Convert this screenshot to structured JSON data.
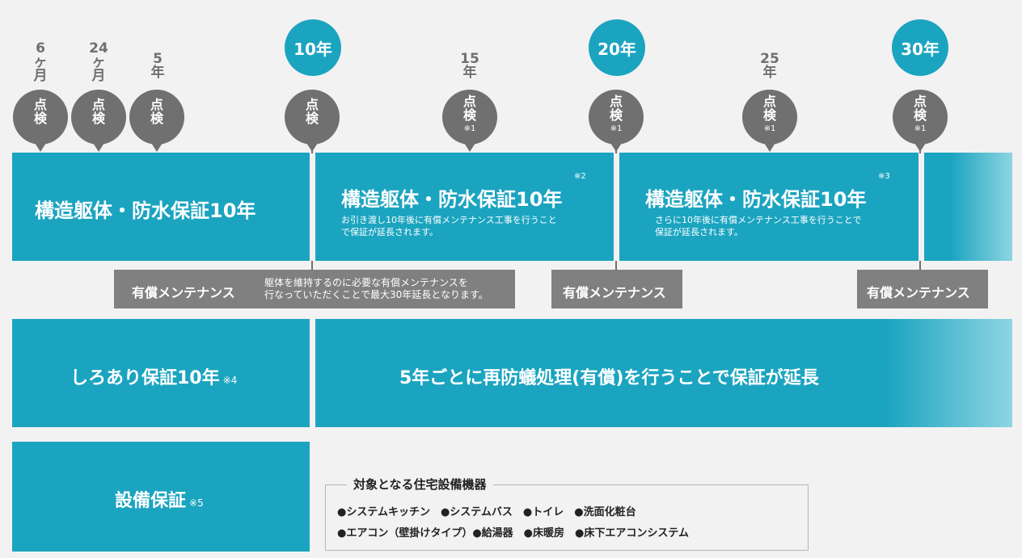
{
  "timeline": {
    "years": [
      {
        "id": "6m",
        "label": "6\nヶ\n月"
      },
      {
        "id": "24m",
        "label": "24\nヶ\n月"
      },
      {
        "id": "5y",
        "label": "5\n年"
      },
      {
        "id": "15y",
        "label": "15\n年"
      },
      {
        "id": "25y",
        "label": "25\n年"
      }
    ],
    "circles": [
      "10年",
      "20年",
      "30年"
    ],
    "inspection_label": "点\n検",
    "inspection_note": "※1"
  },
  "structure": {
    "band1_title": "構造躯体・防水保証10年",
    "band2_title": "構造躯体・防水保証10年",
    "band2_note": "※2",
    "band2_sub": "お引き渡し10年後に有償メンテナンス工事を行うこと\nで保証が延長されます。",
    "band3_title": "構造躯体・防水保証10年",
    "band3_note": "※3",
    "band3_sub": "さらに10年後に有償メンテナンス工事を行うことで\n保証が延長されます。"
  },
  "maintenance": {
    "label": "有償メンテナンス",
    "desc": "躯体を維持するのに必要な有償メンテナンスを\n行なっていただくことで最大30年延長となります。"
  },
  "termite": {
    "title": "しろあり保証10年",
    "note": "※4",
    "extension": "5年ごとに再防蟻処理(有償)を行うことで保証が延長"
  },
  "equipment": {
    "title": "設備保証",
    "note": "※5",
    "box_title": "対象となる住宅設備機器",
    "row1": "●システムキッチン　●システムバス　●トイレ　●洗面化粧台",
    "row2": "●エアコン（壁掛けタイプ）●給湯器　●床暖房　●床下エアコンシステム"
  },
  "colors": {
    "teal": "#1ba4c0",
    "grey": "#707070",
    "bg": "#f2f2f2"
  }
}
